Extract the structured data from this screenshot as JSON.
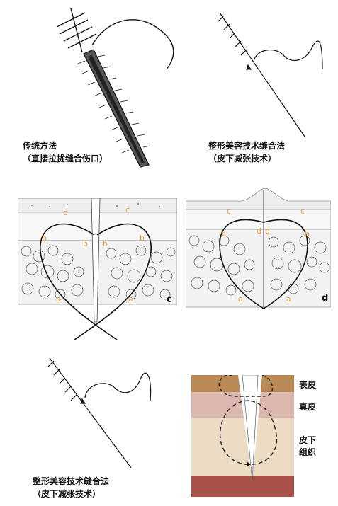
{
  "panel_tl": {
    "caption_line1": "传统方法",
    "caption_line2": "（直接拉拢缝合伤口）"
  },
  "panel_tr": {
    "caption_line1": "整形美容技术缝合法",
    "caption_line2": "（皮下减张技术）"
  },
  "panel_c": {
    "labels": {
      "c": "c",
      "b": "b",
      "a": "a",
      "panel": "c"
    },
    "label_color": "#e8a23a"
  },
  "panel_d": {
    "labels": {
      "c": "c",
      "d": "d",
      "b": "b",
      "a": "a",
      "panel": "d"
    },
    "label_color": "#e8a23a"
  },
  "panel_bl": {
    "caption_line1": "整形美容技术缝合法",
    "caption_line2": "（皮下减张技术）"
  },
  "panel_br": {
    "layers": [
      {
        "name": "表皮",
        "color": "#b98a56"
      },
      {
        "name": "真皮",
        "color": "#dcb7b0"
      },
      {
        "name": "皮下组织",
        "color": "#ecdcc4"
      },
      {
        "name": "",
        "color": "#a8524a"
      }
    ]
  }
}
